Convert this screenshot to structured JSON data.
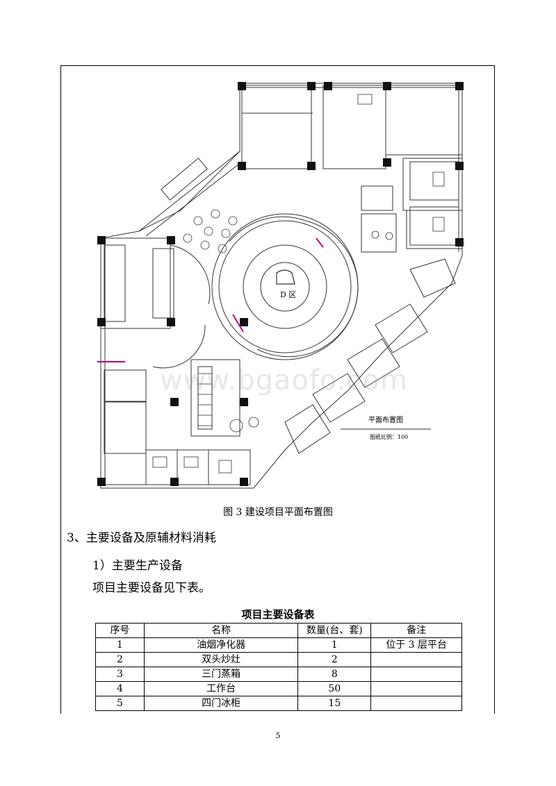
{
  "figure": {
    "zone_label": "D 区",
    "legend_title": "平面布置图",
    "legend_scale": "图纸比例：100",
    "caption": "图 3  建设项目平面布置图",
    "watermark": "www.bgaofo.com"
  },
  "section": {
    "heading": "3、主要设备及原辅材料消耗",
    "subheading": "1）主要生产设备",
    "paragraph": "项目主要设备见下表。"
  },
  "table": {
    "title": "项目主要设备表",
    "headers": [
      "序号",
      "名称",
      "数量(台、套)",
      "备注"
    ],
    "rows": [
      [
        "1",
        "油烟净化器",
        "1",
        "位于 3 层平台"
      ],
      [
        "2",
        "双头炒灶",
        "2",
        ""
      ],
      [
        "3",
        "三门蒸箱",
        "8",
        ""
      ],
      [
        "4",
        "工作台",
        "50",
        ""
      ],
      [
        "5",
        "四门冰柜",
        "15",
        ""
      ]
    ]
  },
  "page_number": "5"
}
